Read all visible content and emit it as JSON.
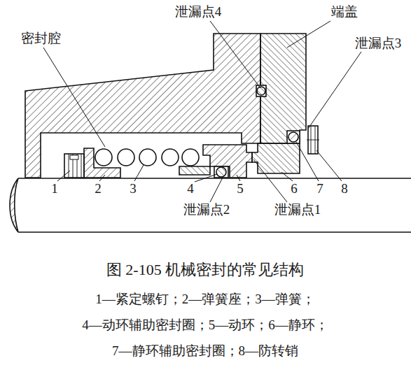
{
  "diagram": {
    "caption": "图 2-105 机械密封的常见结构",
    "labels": [
      "密封腔",
      "泄漏点4",
      "端盖",
      "泄漏点3",
      "1",
      "2",
      "3",
      "4",
      "5",
      "6",
      "7",
      "8",
      "泄漏点2",
      "泄漏点1",
      "1—紧定螺钉；2—弹簧座；3—弹簧；",
      "4—动环辅助密封圈；5—动环；6—静环；",
      "7—静环辅助密封圈；8—防转销"
    ]
  }
}
